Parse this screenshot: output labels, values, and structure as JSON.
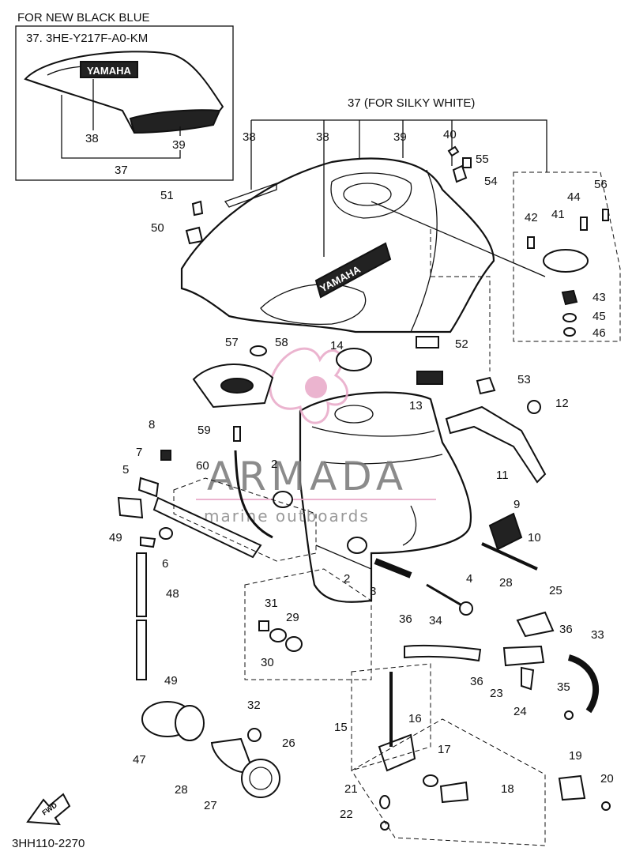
{
  "inset": {
    "title": "FOR NEW BLACK BLUE",
    "code": "37. 3HE-Y217F-A0-KM",
    "logo_text": "YAMAHA",
    "labels": {
      "p38": "38",
      "p39": "39",
      "p37": "37"
    }
  },
  "silky_white_label": "37 (FOR SILKY WHITE)",
  "tank_logo": "YAMAHA",
  "front_arrow_text": "FWD",
  "catalog_code": "3HH110-2270",
  "watermark": {
    "brand": "ARMADA",
    "tagline": "marine outboards"
  },
  "callouts": {
    "c38a": "38",
    "c38b": "38",
    "c39": "39",
    "c40": "40",
    "c55": "55",
    "c54": "54",
    "c56": "56",
    "c44": "44",
    "c42": "42",
    "c41": "41",
    "c43": "43",
    "c45": "45",
    "c46": "46",
    "c51": "51",
    "c50": "50",
    "c57": "57",
    "c58": "58",
    "c14": "14",
    "c52": "52",
    "c53": "53",
    "c13": "13",
    "c12": "12",
    "c59": "59",
    "c8": "8",
    "c7": "7",
    "c60": "60",
    "c2a": "2",
    "c5": "5",
    "c11": "11",
    "c9": "9",
    "c10": "10",
    "c49a": "49",
    "c6": "6",
    "c2b": "2",
    "c3": "3",
    "c4": "4",
    "c48": "48",
    "c28a": "28",
    "c25": "25",
    "c31": "31",
    "c29": "29",
    "c30": "30",
    "c36a": "36",
    "c34": "34",
    "c36b": "36",
    "c33": "33",
    "c36c": "36",
    "c23": "23",
    "c24": "24",
    "c49b": "49",
    "c35": "35",
    "c32": "32",
    "c16": "16",
    "c15": "15",
    "c26": "26",
    "c17": "17",
    "c47": "47",
    "c19": "19",
    "c28b": "28",
    "c27": "27",
    "c21": "21",
    "c18": "18",
    "c20": "20",
    "c22": "22"
  }
}
